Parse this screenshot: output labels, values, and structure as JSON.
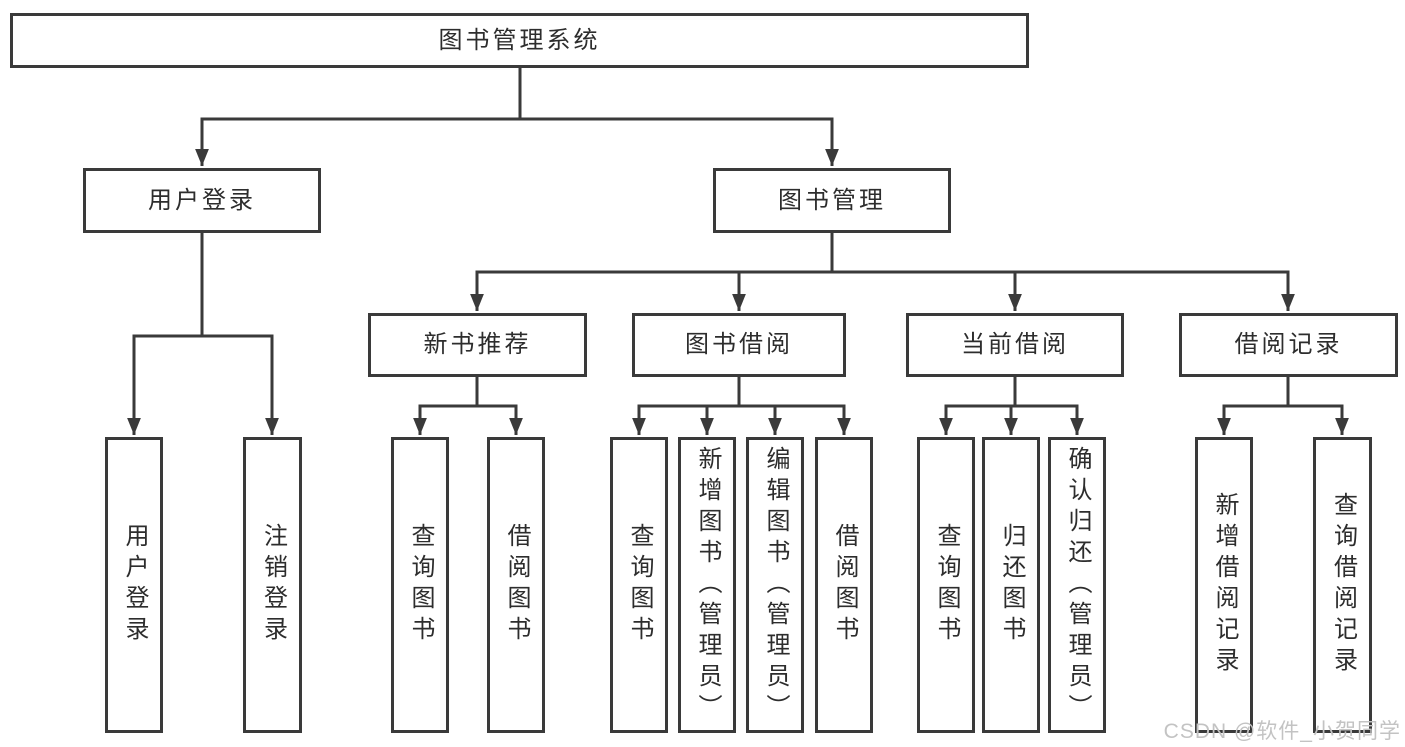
{
  "diagram": {
    "type": "tree",
    "nodes": {
      "root": "图书管理系统",
      "user_login": "用户登录",
      "book_mgmt": "图书管理",
      "new_book_rec": "新书推荐",
      "book_borrow": "图书借阅",
      "current_borrow": "当前借阅",
      "borrow_record": "借阅记录"
    },
    "leaves": [
      {
        "parent": "user_login",
        "label": "用户登录"
      },
      {
        "parent": "user_login",
        "label": "注销登录"
      },
      {
        "parent": "new_book_rec",
        "label": "查询图书"
      },
      {
        "parent": "new_book_rec",
        "label": "借阅图书"
      },
      {
        "parent": "book_borrow",
        "label": "查询图书"
      },
      {
        "parent": "book_borrow",
        "label": "新增图书（管理员）"
      },
      {
        "parent": "book_borrow",
        "label": "编辑图书（管理员）"
      },
      {
        "parent": "book_borrow",
        "label": "借阅图书"
      },
      {
        "parent": "current_borrow",
        "label": "查询图书"
      },
      {
        "parent": "current_borrow",
        "label": "归还图书"
      },
      {
        "parent": "current_borrow",
        "label": "确认归还（管理员）"
      },
      {
        "parent": "borrow_record",
        "label": "新增借阅记录"
      },
      {
        "parent": "borrow_record",
        "label": "查询借阅记录"
      }
    ]
  },
  "watermark": "CSDN @软件_小贺同学",
  "colors": {
    "line": "#3a3a3a",
    "text": "#2d2d2d",
    "background": "#ffffff",
    "watermark": "#c3c3c3"
  }
}
